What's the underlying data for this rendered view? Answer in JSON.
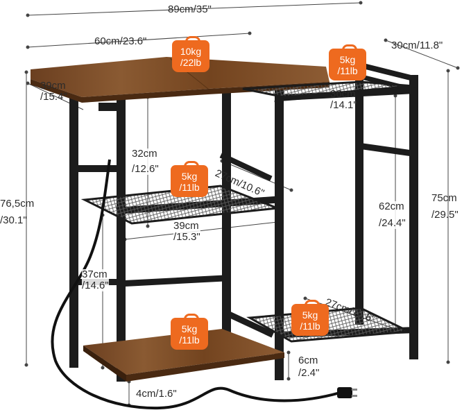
{
  "dimensions": {
    "total_width": "89cm/35\"",
    "top_width": "60cm/23.6\"",
    "depth_right": "30cm/11.8\"",
    "depth_left_top": "39cm",
    "depth_left_bottom": "/15.4\"",
    "mesh_top_width_top": "36cm",
    "mesh_top_width_bottom": "/14.1\"",
    "gap_top_top": "32cm",
    "gap_top_bottom": "/12.6\"",
    "middle_mesh_depth": "27cm/10.6\"",
    "middle_mesh_width_top": "39cm",
    "middle_mesh_width_bottom": "/15.3\"",
    "overall_height_top": "76,5cm",
    "overall_height_bottom": "/30.1\"",
    "right_height_top": "75cm",
    "right_height_bottom": "/29.5\"",
    "right_gap_top": "62cm",
    "right_gap_bottom": "/24.4\"",
    "lower_gap_top": "37cm",
    "lower_gap_bottom": "/14.6\"",
    "bottom_mesh_depth": "27cm/10.6\"",
    "foot_height_right_top": "6cm",
    "foot_height_right_bottom": "/2.4\"",
    "foot_height_left": "4cm/1.6\""
  },
  "load_badges": {
    "top": {
      "line1": "10kg",
      "line2": "/22lb"
    },
    "right_top": {
      "line1": "5kg",
      "line2": "/11lb"
    },
    "middle": {
      "line1": "5kg",
      "line2": "/11lb"
    },
    "bottom_left": {
      "line1": "5kg",
      "line2": "/11lb"
    },
    "bottom_right": {
      "line1": "5kg",
      "line2": "/11lb"
    }
  },
  "colors": {
    "wood": "#7a4a26",
    "frame": "#1c1c1c",
    "badge": "#ee6a1f",
    "mesh": "#6f6f6f"
  },
  "icons": [
    "weight-icon",
    "power-plug-icon"
  ]
}
